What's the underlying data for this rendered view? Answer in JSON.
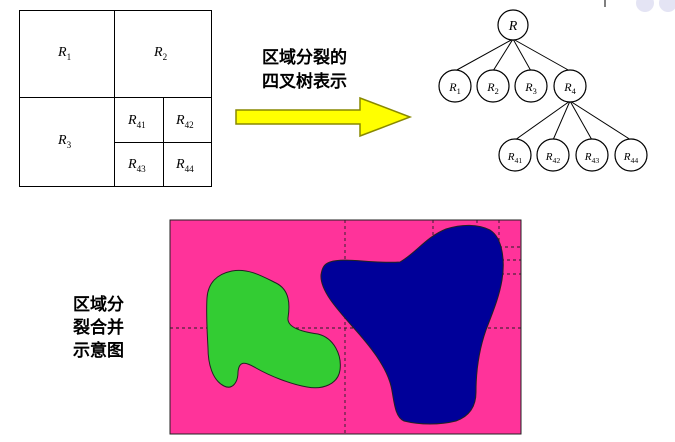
{
  "quadtree_grid": {
    "cells": {
      "r1": "R1",
      "r2": "R2",
      "r3": "R3",
      "r41": "R41",
      "r42": "R42",
      "r43": "R43",
      "r44": "R44"
    }
  },
  "arrow_caption": "区域分裂的\n四叉树表示",
  "tree": {
    "root": "R",
    "children": [
      "R1",
      "R2",
      "R3",
      "R4"
    ],
    "grandchildren": [
      "R41",
      "R42",
      "R43",
      "R44"
    ]
  },
  "merge_caption": "区域分\n裂合并\n示意图",
  "colors": {
    "background_region": "#ff339a",
    "green_region": "#33cc33",
    "blue_region": "#000099",
    "arrow_fill": "#ffff00",
    "arrow_edge": "#888800"
  }
}
